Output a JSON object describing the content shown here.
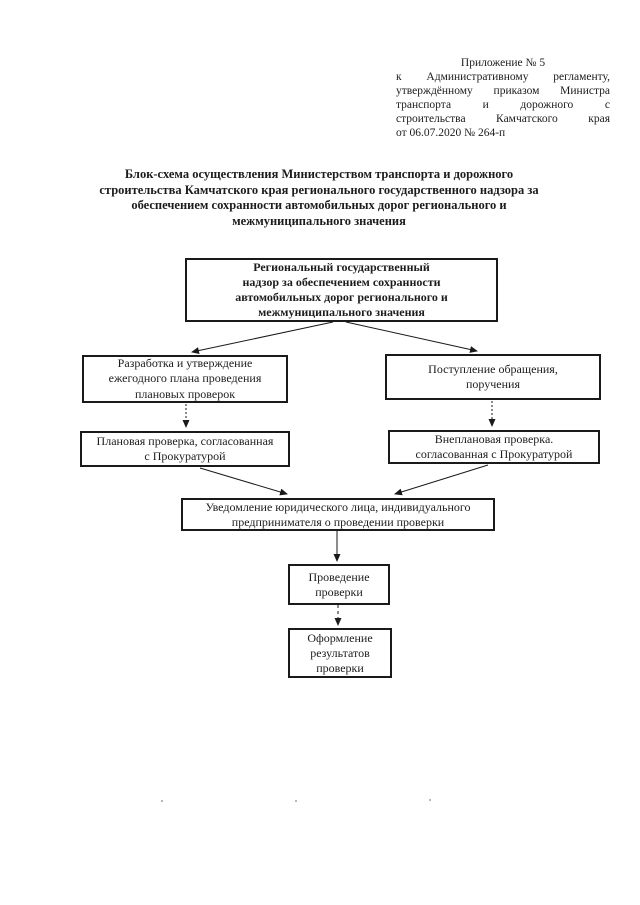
{
  "colors": {
    "ink": "#1a1a1a",
    "background": "#ffffff"
  },
  "annotation": {
    "lines": [
      "Приложение № 5",
      "к Административному регламенту,",
      "утверждённому приказом Министра",
      "транспорта и дорожного с",
      "строительства Камчатского края",
      "от 06.07.2020 № 264-п"
    ]
  },
  "title": {
    "lines": [
      "Блок-схема осуществления Министерством транспорта и дорожного",
      "строительства Камчатского края регионального государственного надзора за",
      "обеспечением сохранности автомобильных дорог регионального и",
      "межмуниципального значения"
    ]
  },
  "flow": {
    "root": {
      "lines": [
        "Региональный государственный",
        "надзор за обеспечением сохранности",
        "автомобильных дорог регионального и",
        "межмуниципального значения"
      ]
    },
    "plan": {
      "lines": [
        "Разработка и утверждение",
        "ежегодного плана проведения",
        "плановых проверок"
      ]
    },
    "incoming": {
      "lines": [
        "Поступление обращения,",
        "поручения"
      ]
    },
    "planned": {
      "lines": [
        "Плановая проверка, согласованная",
        "с Прокуратурой"
      ]
    },
    "unplanned": {
      "lines": [
        "Внеплановая проверка.",
        "согласованная с Прокуратурой"
      ]
    },
    "notification": {
      "lines": [
        "Уведомление юридического лица, индивидуального",
        "предпринимателя о проведении проверки"
      ]
    },
    "conduct": {
      "lines": [
        "Проведение",
        "проверки"
      ]
    },
    "results": {
      "lines": [
        "Оформление",
        "результатов",
        "проверки"
      ]
    }
  }
}
